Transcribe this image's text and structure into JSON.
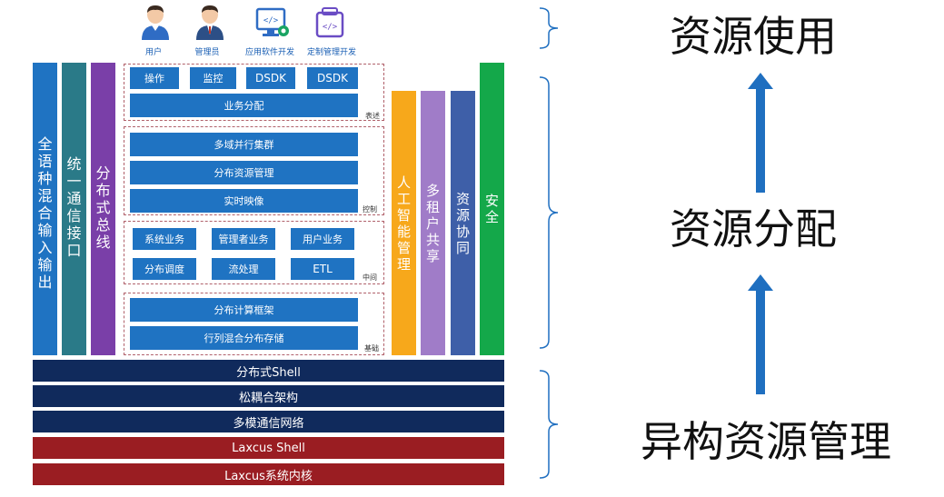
{
  "roles": [
    {
      "label": "用户",
      "icon": "user-icon"
    },
    {
      "label": "管理员",
      "icon": "admin-icon"
    },
    {
      "label": "应用软件开发",
      "icon": "app-dev-icon"
    },
    {
      "label": "定制管理开发",
      "icon": "custom-dev-icon"
    }
  ],
  "left_columns": [
    "全语种混合输入输出",
    "统一通信接口",
    "分布式总线"
  ],
  "right_columns": [
    "人工智能管理",
    "多租户共享",
    "资源协同",
    "安全"
  ],
  "groups": {
    "express": {
      "tag": "表述",
      "row1": [
        "操作",
        "监控",
        "DSDK",
        "DSDK"
      ],
      "row2": "业务分配"
    },
    "control": {
      "tag": "控制",
      "rows": [
        "多域并行集群",
        "分布资源管理",
        "实时映像"
      ]
    },
    "middle": {
      "tag": "中间",
      "row1": [
        "系统业务",
        "管理者业务",
        "用户业务"
      ],
      "row2": [
        "分布调度",
        "流处理",
        "ETL"
      ]
    },
    "base": {
      "tag": "基础",
      "rows": [
        "分布计算框架",
        "行列混合分布存储"
      ]
    }
  },
  "bottom_bars": [
    "分布式Shell",
    "松耦合架构",
    "多模通信网络",
    "Laxcus Shell",
    "Laxcus系统内核"
  ],
  "levels": [
    "资源使用",
    "资源分配",
    "异构资源管理"
  ],
  "colors": {
    "blue": "#1f73c2",
    "teal": "#2a7a88",
    "purple": "#7a3fa8",
    "orange": "#f7a81b",
    "lavender": "#a07cc8",
    "steel": "#3e5fa8",
    "green": "#14a84a",
    "navy": "#102a5c",
    "darkred": "#9a1d22",
    "arrow": "#1f6fc0"
  }
}
